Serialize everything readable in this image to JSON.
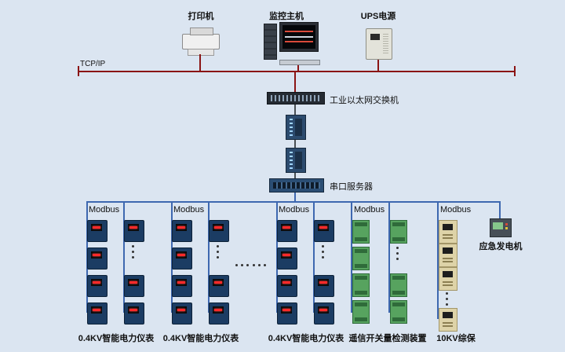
{
  "diagram": {
    "background": "#dbe5f1",
    "top_devices": {
      "printer": "打印机",
      "host": "监控主机",
      "ups": "UPS电源"
    },
    "backbone": {
      "label": "TCP/IP",
      "color": "#8b1414"
    },
    "network": {
      "switch_label": "工业以太网交换机",
      "serial_server_label": "串口服务器"
    },
    "fieldbus": {
      "color": "#3e68b0"
    },
    "branches": [
      {
        "bus_label": "Modbus",
        "device_label": "0.4KV智能电力仪表"
      },
      {
        "bus_label": "Modbus",
        "device_label": "0.4KV智能电力仪表"
      },
      {
        "bus_label": "Modbus",
        "device_label": "0.4KV智能电力仪表"
      },
      {
        "bus_label": "Modbus",
        "device_label": "遥信开关量检测装置"
      },
      {
        "bus_label": "Modbus",
        "device_label": "10KV综保"
      }
    ],
    "generator_label": "应急发电机"
  }
}
